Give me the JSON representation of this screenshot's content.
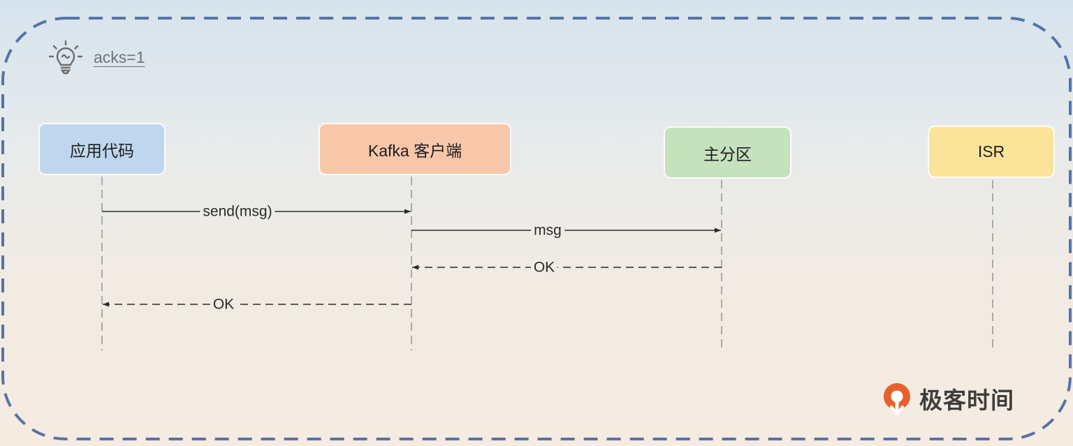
{
  "hint": {
    "icon": "lightbulb-icon",
    "label": "acks=1"
  },
  "participants": [
    {
      "id": "app",
      "label": "应用代码",
      "color": "#bfd7ee"
    },
    {
      "id": "client",
      "label": "Kafka 客户端",
      "color": "#f8c7a9"
    },
    {
      "id": "leader",
      "label": "主分区",
      "color": "#c6e1bd"
    },
    {
      "id": "isr",
      "label": "ISR",
      "color": "#fce39a"
    }
  ],
  "messages": [
    {
      "from": "app",
      "to": "client",
      "label": "send(msg)",
      "style": "solid"
    },
    {
      "from": "client",
      "to": "leader",
      "label": "msg",
      "style": "solid"
    },
    {
      "from": "leader",
      "to": "client",
      "label": "OK",
      "style": "dashed"
    },
    {
      "from": "client",
      "to": "app",
      "label": "OK",
      "style": "dashed"
    }
  ],
  "brand": {
    "icon": "geektime-logo-icon",
    "name": "极客时间",
    "color": "#e8612c"
  }
}
